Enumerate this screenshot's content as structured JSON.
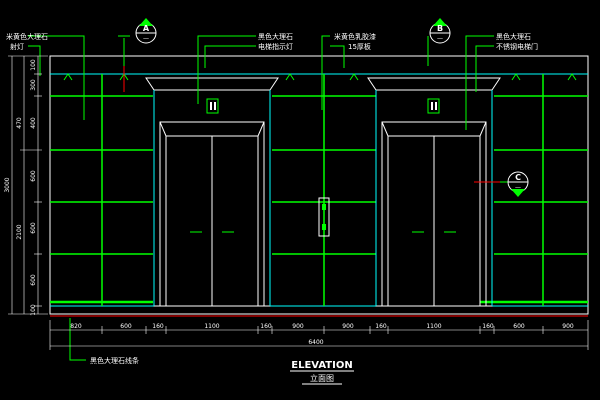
{
  "title": "ELEVATION",
  "subtitle": "立面图",
  "callouts": {
    "left_top": [
      "米黄色大理石",
      "射灯"
    ],
    "center_left": [
      "黑色大理石",
      "电梯指示灯"
    ],
    "center_right": [
      "米黄色乳胶漆",
      "15厚板"
    ],
    "right_top": [
      "黑色大理石",
      "不锈钢电梯门"
    ],
    "bottom": "黑色大理石线条"
  },
  "section_marks": [
    {
      "letter": "A",
      "code": "—"
    },
    {
      "letter": "B",
      "code": "—"
    },
    {
      "letter": "C",
      "code": "—"
    }
  ],
  "dimensions": {
    "bottom_segments": [
      "820",
      "600",
      "160",
      "1100",
      "160",
      "900",
      "900",
      "160",
      "1100",
      "160",
      "600",
      "900"
    ],
    "bottom_total": "6400",
    "left_segments": [
      "100",
      "300",
      "400",
      "600",
      "600",
      "600",
      "100"
    ],
    "left_group": [
      "470",
      "2100"
    ],
    "left_total": "3000"
  },
  "colors": {
    "background": "#000000",
    "panel_lines": "#00ff00",
    "outline": "#ffffff",
    "trim": "#00ffff",
    "dimension": "#ffffff",
    "leader": "#00ff00",
    "floor": "#ff0000"
  }
}
